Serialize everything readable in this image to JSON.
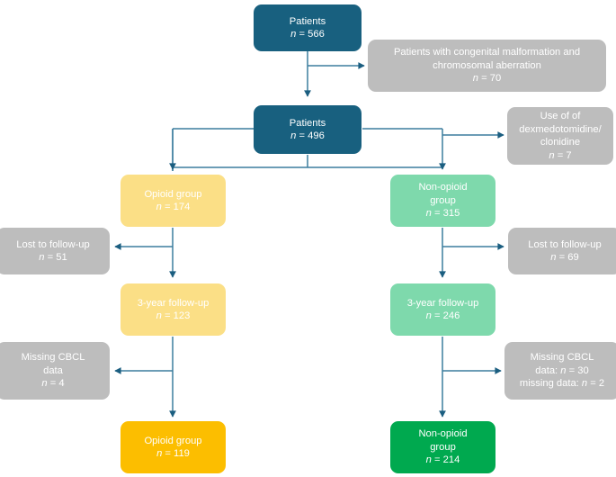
{
  "figure": {
    "type": "flowchart",
    "title": "",
    "background": "#ffffff",
    "edge_color": "#3b7d9e",
    "arrow_color": "#1b5e80"
  },
  "palette": {
    "blue": "#18607f",
    "grey": "#bdbdbd",
    "yellow": "#fbdf86",
    "green": "#7ed9ac",
    "amber": "#fcbe00",
    "emerald": "#00a94f"
  },
  "nodes": {
    "patients_enrolled": {
      "line1": "Patients",
      "line2_label": "n",
      "line2_value": " = 566",
      "color": "blue"
    },
    "excluded_congenital": {
      "line1": "Patients with congenital malformation and",
      "line2": "chromosomal aberration",
      "line3_label": "n",
      "line3_value": " = 70",
      "color": "grey"
    },
    "patients_included": {
      "line1": "Patients",
      "line2_label": "n",
      "line2_value": " = 496",
      "color": "blue"
    },
    "excluded_dexmed": {
      "line1": "Use of of",
      "line2": "dexmedotomidine/",
      "line3": "clonidine",
      "line4_label": "n",
      "line4_value": " = 7",
      "color": "grey"
    },
    "opioid_group": {
      "line1": "Opioid group",
      "line2_label": "n",
      "line2_value": " = 174",
      "color": "yellow"
    },
    "non_opioid_group": {
      "line1": "Non-opioid",
      "line2": "group",
      "line3_label": "n",
      "line3_value": " = 315",
      "color": "green"
    },
    "lost_left": {
      "line1": "Lost to follow-up",
      "line2_label": "n",
      "line2_value": " = 51",
      "color": "grey"
    },
    "lost_right": {
      "line1": "Lost to follow-up",
      "line2_label": "n",
      "line2_value": " = 69",
      "color": "grey"
    },
    "followup_left": {
      "line1": "3-year follow-up",
      "line2_label": "n",
      "line2_value": " = 123",
      "color": "yellow"
    },
    "followup_right": {
      "line1": "3-year follow-up",
      "line2_label": "n",
      "line2_value": " = 246",
      "color": "green"
    },
    "missing_left": {
      "line1": "Missing CBCL",
      "line2": "data",
      "line3_label": "n",
      "line3_value": " = 4",
      "color": "grey"
    },
    "missing_right": {
      "line1": "Missing CBCL",
      "line2_prefix": "data: ",
      "line2_label": "n",
      "line2_value": " = 30",
      "line3_prefix": "missing data: ",
      "line3_label": "n",
      "line3_value": " = 2",
      "color": "grey"
    },
    "opioid_final": {
      "line1": "Opioid group",
      "line2_label": "n",
      "line2_value": " = 119",
      "color": "amber"
    },
    "non_opioid_final": {
      "line1": "Non-opioid",
      "line2": "group",
      "line3_label": "n",
      "line3_value": " = 214",
      "color": "emerald"
    }
  },
  "chart_data": {
    "type": "flowchart",
    "title": "Study participant flow diagram",
    "counts": {
      "patients_enrolled": 566,
      "excluded_congenital_malformation_chromosomal_aberration": 70,
      "patients_included": 496,
      "excluded_dexmedetomidine_clonidine": 7,
      "opioid_group": 174,
      "non_opioid_group": 315,
      "opioid_lost_to_follow_up": 51,
      "non_opioid_lost_to_follow_up": 69,
      "opioid_3_year_follow_up": 123,
      "non_opioid_3_year_follow_up": 246,
      "opioid_missing_cbcl_data": 4,
      "non_opioid_missing_cbcl_data": 30,
      "non_opioid_missing_data": 2,
      "opioid_final": 119,
      "non_opioid_final": 214
    }
  }
}
